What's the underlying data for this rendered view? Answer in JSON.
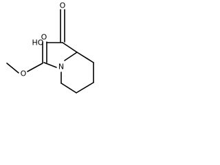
{
  "molecule": {
    "atom_labels": {
      "hydroxyl": "HO",
      "acid_carbonyl_oxygen": "O",
      "ring_nitrogen": "N",
      "carbamate_carbonyl_oxygen": "O",
      "ester_oxygen": "O"
    },
    "colors": {
      "bond": "#000000",
      "label": "#000000",
      "background": "#ffffff"
    }
  }
}
